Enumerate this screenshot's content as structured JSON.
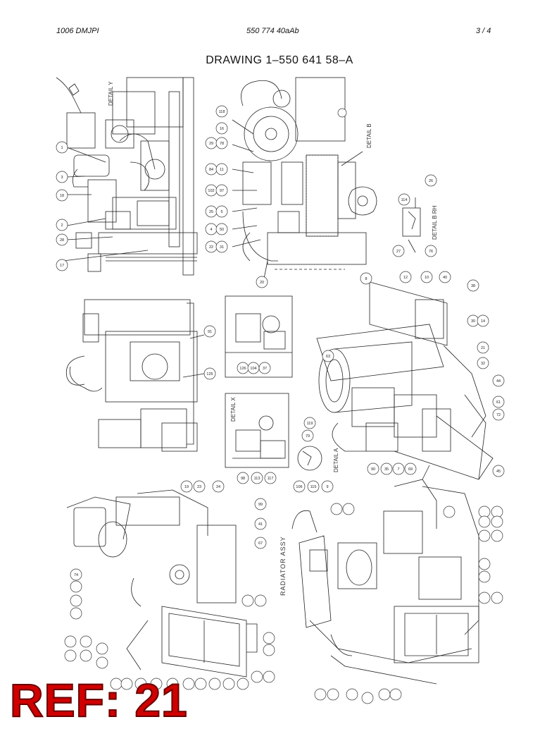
{
  "header": {
    "left": "1006 DMJPI",
    "center": "550 774 40aAb",
    "page": "3 /   4"
  },
  "title": "DRAWING  1–550 641 58–A",
  "labels": {
    "detail_y": "DETAIL Y",
    "detail_b": "DETAIL B",
    "detail_b_rh": "DETAIL B RH",
    "detail_x": "DETAIL X",
    "detail_a": "DETAIL A",
    "radiator": "RADIATOR ASSY"
  },
  "callouts": [
    "1",
    "3",
    "18",
    "2",
    "28",
    "17",
    "118",
    "16",
    "29",
    "78",
    "84",
    "11",
    "102",
    "97",
    "25",
    "5",
    "4",
    "50",
    "22",
    "31",
    "20",
    "114",
    "27",
    "26",
    "76",
    "91",
    "125",
    "126",
    "104",
    "37",
    "98",
    "113",
    "117",
    "106",
    "115",
    "9",
    "63",
    "119",
    "79",
    "8",
    "12",
    "10",
    "40",
    "38",
    "30",
    "14",
    "21",
    "32",
    "44",
    "61",
    "72",
    "45",
    "90",
    "35",
    "7",
    "69",
    "19",
    "23",
    "24",
    "99",
    "41",
    "67",
    "74"
  ],
  "ref_badge": "REF: 21"
}
